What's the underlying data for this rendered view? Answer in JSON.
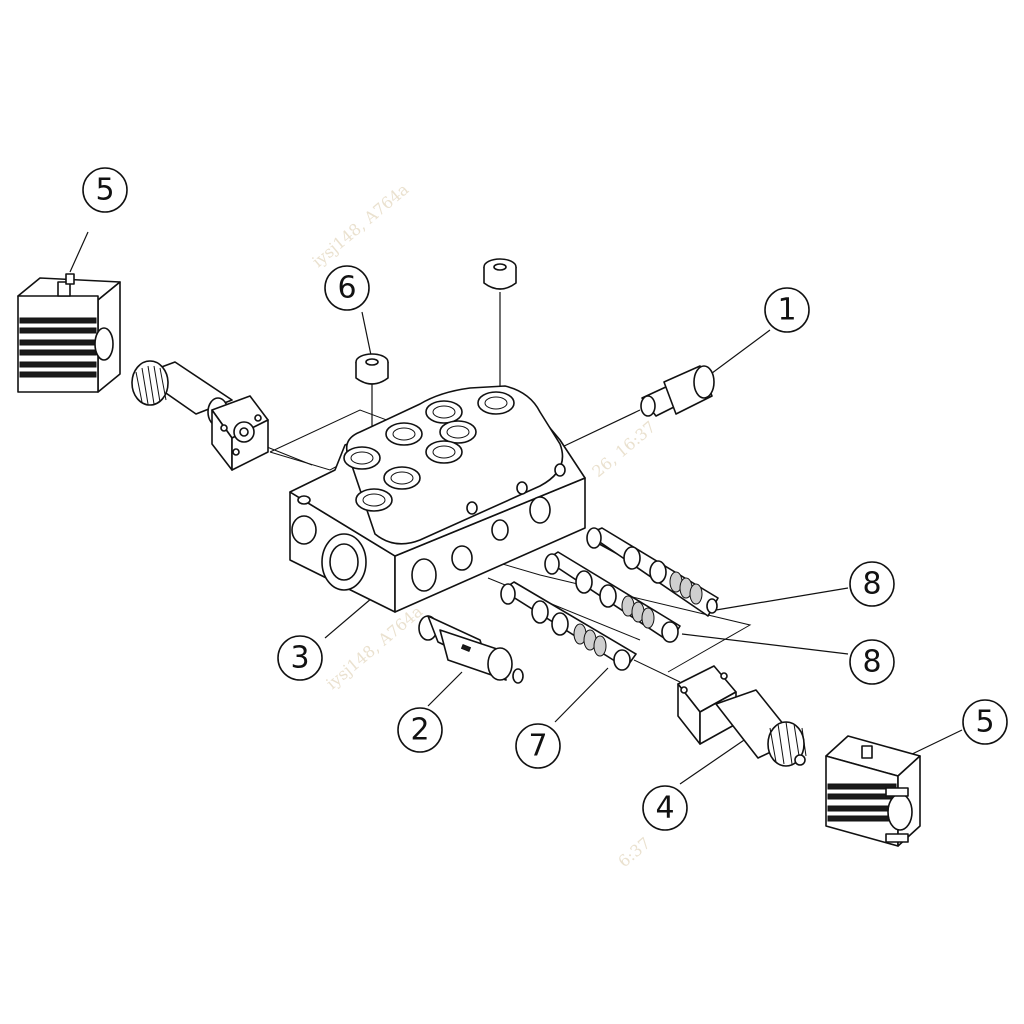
{
  "diagram": {
    "callouts": [
      {
        "label": "1"
      },
      {
        "label": "2"
      },
      {
        "label": "3"
      },
      {
        "label": "4"
      },
      {
        "label": "5"
      },
      {
        "label": "5"
      },
      {
        "label": "6"
      },
      {
        "label": "7"
      },
      {
        "label": "8"
      },
      {
        "label": "8"
      }
    ],
    "watermarks": [
      "iysj148, A764a",
      "iysj148, A764a",
      "26, 16:37",
      "6:37"
    ]
  }
}
